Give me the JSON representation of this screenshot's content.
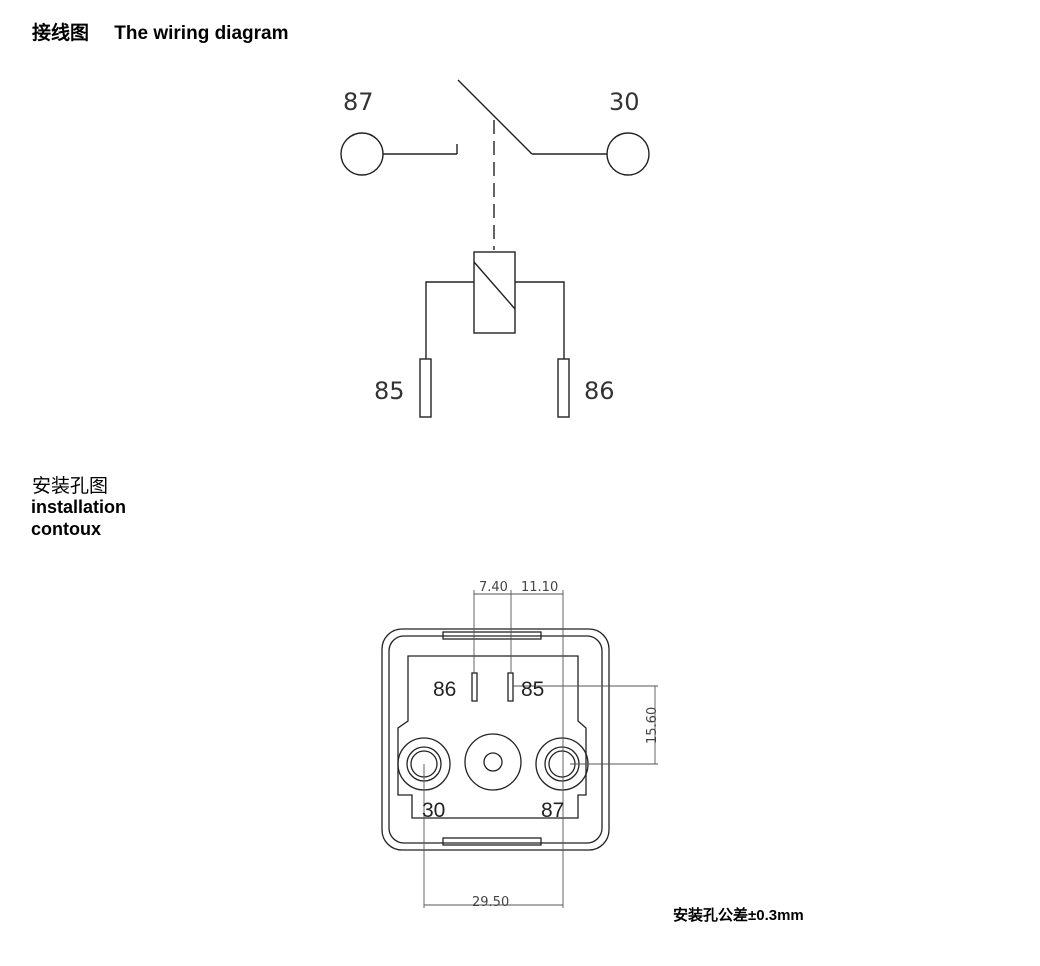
{
  "wiring": {
    "title_cn": "接线图",
    "title_en": "The wiring diagram",
    "pins": {
      "p87": "87",
      "p30": "30",
      "p85": "85",
      "p86": "86"
    }
  },
  "installation": {
    "title_cn": "安装孔图",
    "title_en_line1": "installation",
    "title_en_line2": "contoux",
    "terminal_labels": {
      "t86": "86",
      "t85": "85",
      "t30": "30",
      "t87": "87"
    },
    "dimensions": {
      "d1": "7.40",
      "d2": "11.10",
      "d3": "15.60",
      "d4": "29.50"
    },
    "tolerance": "安装孔公差±0.3mm"
  }
}
